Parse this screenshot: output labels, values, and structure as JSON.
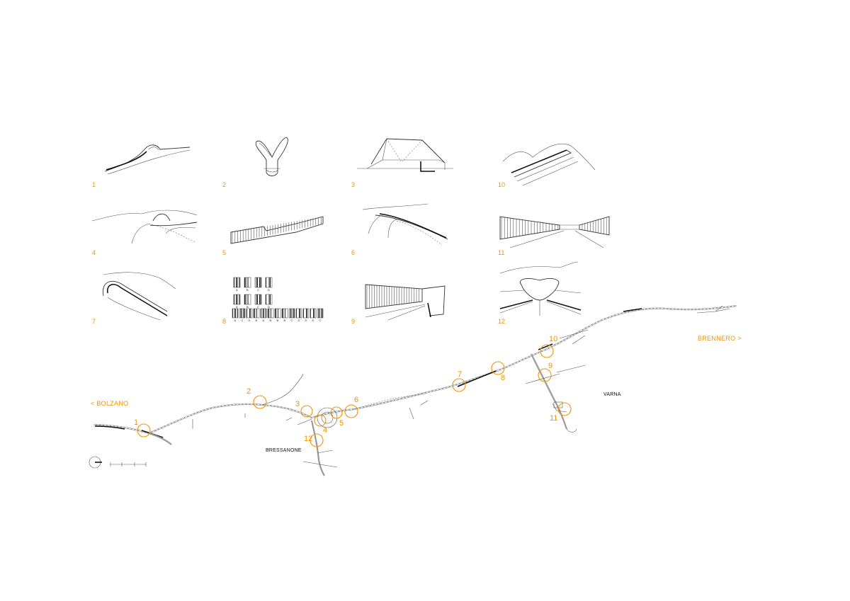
{
  "sketches": [
    {
      "id": "1",
      "label": "1"
    },
    {
      "id": "2",
      "label": "2"
    },
    {
      "id": "3",
      "label": "3"
    },
    {
      "id": "10",
      "label": "10"
    },
    {
      "id": "4",
      "label": "4"
    },
    {
      "id": "5",
      "label": "5"
    },
    {
      "id": "6",
      "label": "6"
    },
    {
      "id": "11",
      "label": "11"
    },
    {
      "id": "7",
      "label": "7"
    },
    {
      "id": "8",
      "label": "8"
    },
    {
      "id": "9",
      "label": "9"
    },
    {
      "id": "12",
      "label": "12"
    }
  ],
  "barcode_legend": {
    "top_letters": [
      "A",
      "B",
      "C",
      "D"
    ],
    "mid_letters": [
      "A",
      "B",
      "C",
      "D"
    ],
    "sequence": [
      "A",
      "C",
      "D",
      "B",
      "A",
      "B",
      "B",
      "B",
      "C",
      "D",
      "D",
      "D",
      "C"
    ]
  },
  "map": {
    "places": {
      "bolzano": "< BOLZANO",
      "brennero": "BRENNERO >",
      "bressanone": "BRESSANONE",
      "varna": "VARNA"
    },
    "markers": [
      "1",
      "2",
      "3",
      "4",
      "5",
      "6",
      "7",
      "8",
      "9",
      "10",
      "11",
      "12"
    ]
  },
  "colors": {
    "accent": "#f39200",
    "ink": "#222222",
    "road": "#9a9a9a"
  }
}
